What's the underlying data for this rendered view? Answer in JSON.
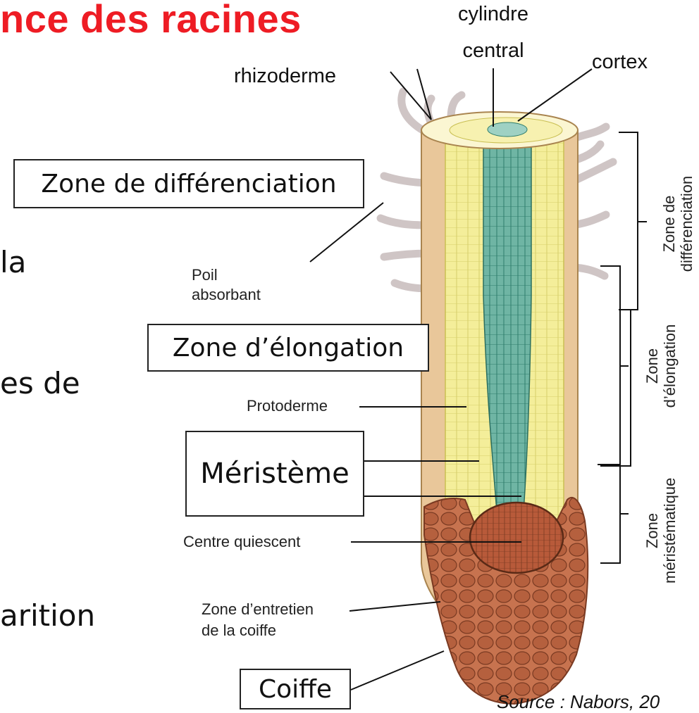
{
  "title": "nce des racines",
  "body_fragments": [
    "la",
    "es de",
    "arition"
  ],
  "boxes": {
    "differentiation": "Zone de différenciation",
    "elongation": "Zone d’élongation",
    "meristem": "Méristème",
    "cap": "Coiffe"
  },
  "labels": {
    "cylinder_line1": "cylindre",
    "cylinder_line2": "central",
    "cortex": "cortex",
    "rhizoderm": "rhizoderme",
    "root_hair_line1": "Poil",
    "root_hair_line2": "absorbant",
    "protoderm": "Protoderme",
    "quiescent": "Centre quiescent",
    "cap_maintenance_line1": "Zone d’entretien",
    "cap_maintenance_line2": "de la coiffe"
  },
  "side_zones": {
    "differentiation_line1": "Zone de",
    "differentiation_line2": "différenciation",
    "elongation_line1": "Zone",
    "elongation_line2": "d’élongation",
    "meristematic_line1": "Zone",
    "meristematic_line2": "méristématique"
  },
  "source": "Source : Nabors, 20",
  "colors": {
    "title": "#ee1c24",
    "epidermis": "#e9c79a",
    "cortex": "#f4ee9a",
    "vascular": "#6fb5a4",
    "cap": "#b5603e"
  }
}
